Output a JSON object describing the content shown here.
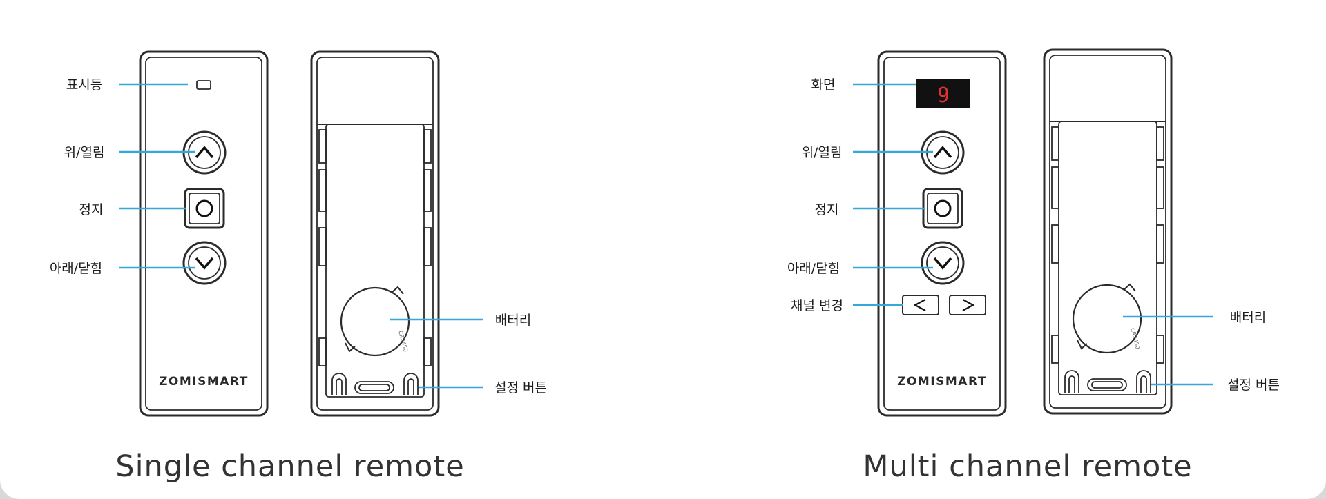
{
  "single": {
    "caption": "Single channel remote",
    "brand": "ZOMISMART",
    "labels": {
      "indicator": "표시등",
      "up": "위/열림",
      "stop": "정지",
      "down": "아래/닫힘",
      "battery": "배터리",
      "setting": "설정 버튼"
    },
    "battery_text": "CR2450"
  },
  "multi": {
    "caption": "Multi channel remote",
    "brand": "ZOMISMART",
    "display_value": "9",
    "labels": {
      "screen": "화면",
      "up": "위/열림",
      "stop": "정지",
      "down": "아래/닫힘",
      "channel": "채널 변경",
      "battery": "배터리",
      "setting": "설정 버튼"
    },
    "battery_text": "CR2450"
  },
  "colors": {
    "leader_line": "#35a8d8",
    "outline": "#2b2b2b",
    "display_digit": "#e53030"
  },
  "icons": [
    "chevron-up-icon",
    "stop-circle-icon",
    "chevron-down-icon",
    "chevron-left-icon",
    "chevron-right-icon"
  ]
}
